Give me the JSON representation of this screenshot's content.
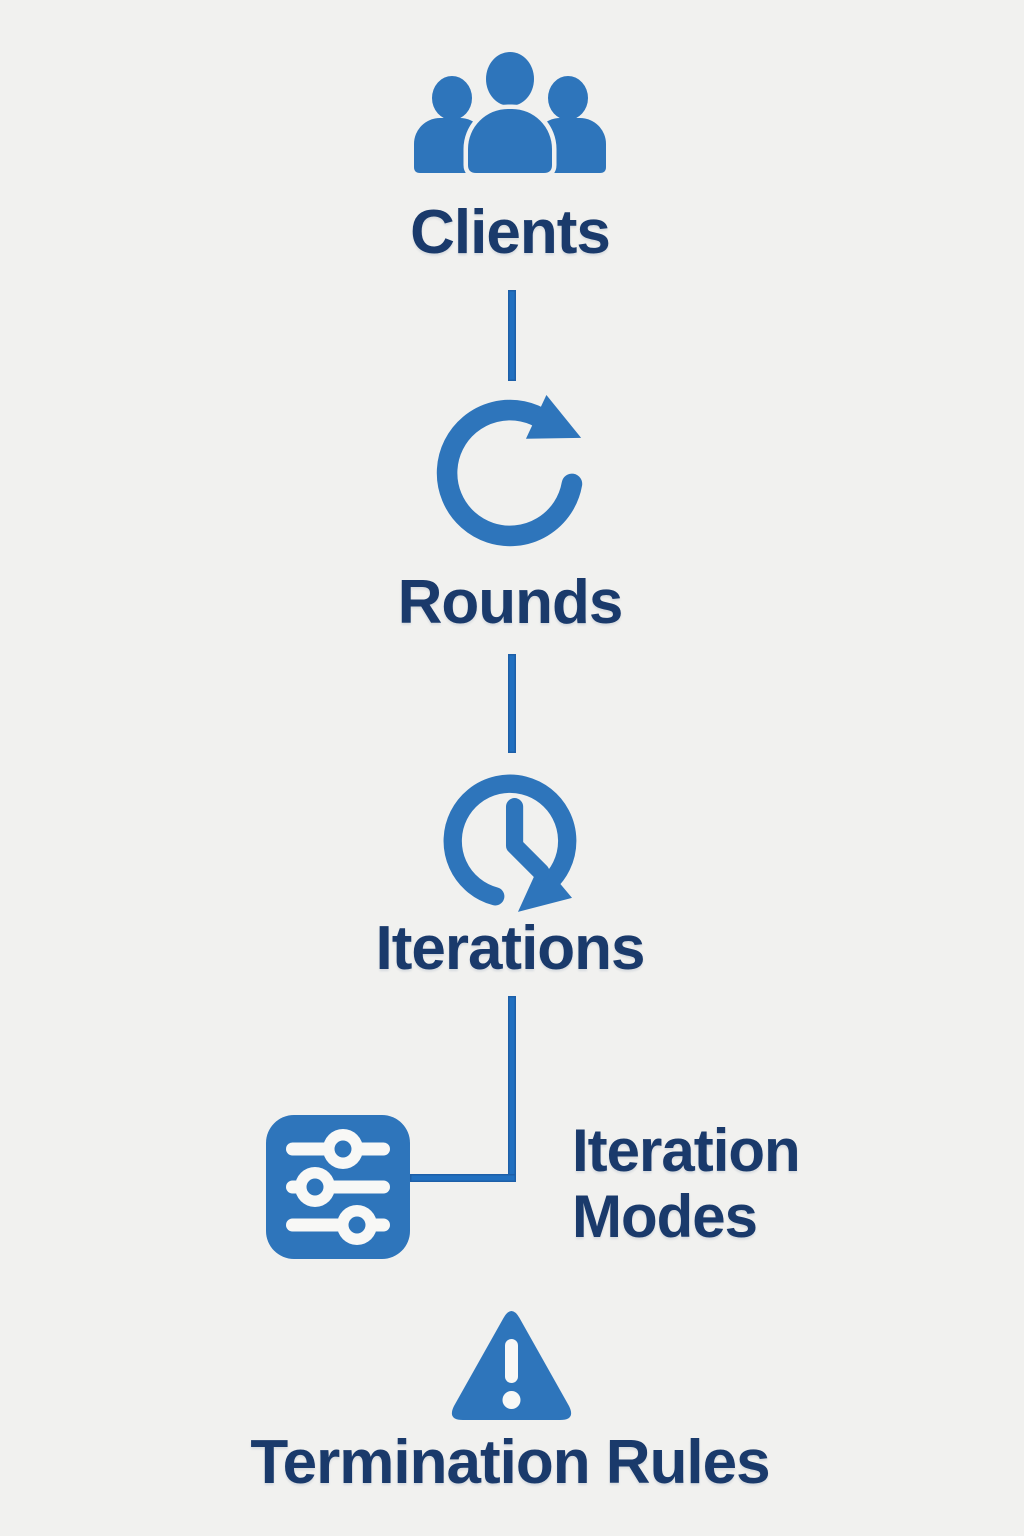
{
  "diagram": {
    "type": "vertical-flow",
    "nodes": [
      {
        "id": "clients",
        "label": "Clients",
        "icon": "users-icon"
      },
      {
        "id": "rounds",
        "label": "Rounds",
        "icon": "refresh-clockwise-icon"
      },
      {
        "id": "iterations",
        "label": "Iterations",
        "icon": "clock-history-icon"
      },
      {
        "id": "iteration_modes",
        "label": "Iteration Modes",
        "icon": "sliders-icon"
      },
      {
        "id": "termination_rules",
        "label": "Termination Rules",
        "icon": "warning-triangle-icon"
      }
    ],
    "edges": [
      {
        "from": "clients",
        "to": "rounds",
        "style": "straight-vertical"
      },
      {
        "from": "rounds",
        "to": "iterations",
        "style": "straight-vertical"
      },
      {
        "from": "iterations",
        "to": "iteration_modes",
        "style": "elbow-down-left"
      }
    ],
    "colors": {
      "icon_blue": "#2E75BB",
      "connector_blue": "#2170C0",
      "connector_edge": "#1D5FA8",
      "label_navy": "#1A3A6B",
      "background": "#F1F1EF",
      "icon_detail_white": "#F8F8F6"
    }
  }
}
